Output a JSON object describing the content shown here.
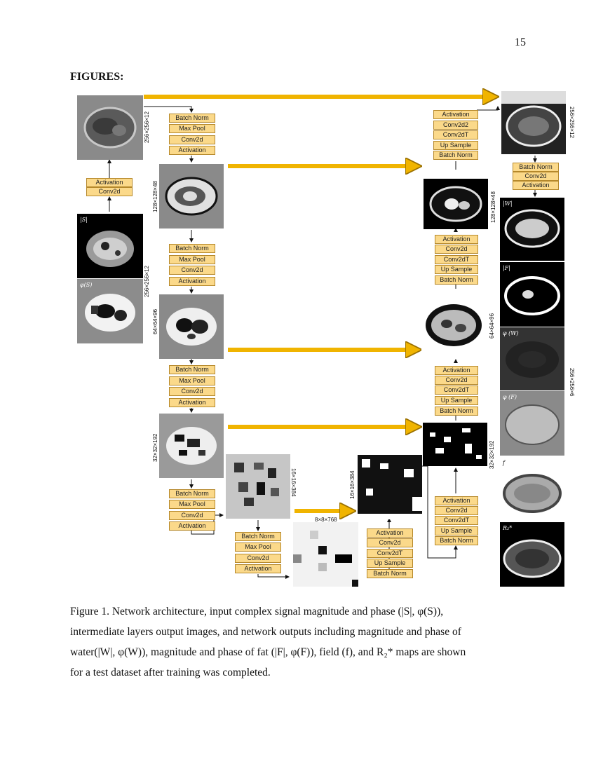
{
  "page": {
    "number": "15",
    "heading": "FIGURES:"
  },
  "figure": {
    "blocks": {
      "act": "Activation",
      "conv2d": "Conv2d",
      "conv2d2": "Conv2d2",
      "conv2dT": "Conv2dT",
      "bn": "Batch Norm",
      "maxpool": "Max Pool",
      "upsample": "Up Sample"
    },
    "dims": {
      "d256x12": "256×256×12",
      "d128x48": "128×128×48",
      "d64x96": "64×64×96",
      "d32x192": "32×32×192",
      "d16x384": "16×16×384",
      "d8x768": "8×8×768",
      "d256x6": "256×256×6"
    },
    "image_labels": {
      "S_mag": "|S|",
      "S_phase": "φ(S)",
      "W_mag": "|W|",
      "F_mag": "|F|",
      "W_phase": "φ (W)",
      "F_phase": "φ (F)",
      "field": "f",
      "r2": "R₂*"
    },
    "colors": {
      "arrow": "#f0b400",
      "block_fill": "#fbd98a",
      "block_border": "#b5882b"
    }
  },
  "caption": {
    "lines": [
      "Figure 1. Network architecture, input complex signal magnitude and phase (|S|, φ(S)),",
      "intermediate layers output images, and network outputs including magnitude and phase of",
      "water(|W|, φ(W)), magnitude and phase of fat (|F|, φ(F)), field (f), and R₂*  maps are shown",
      "for a test dataset after training was completed."
    ]
  }
}
